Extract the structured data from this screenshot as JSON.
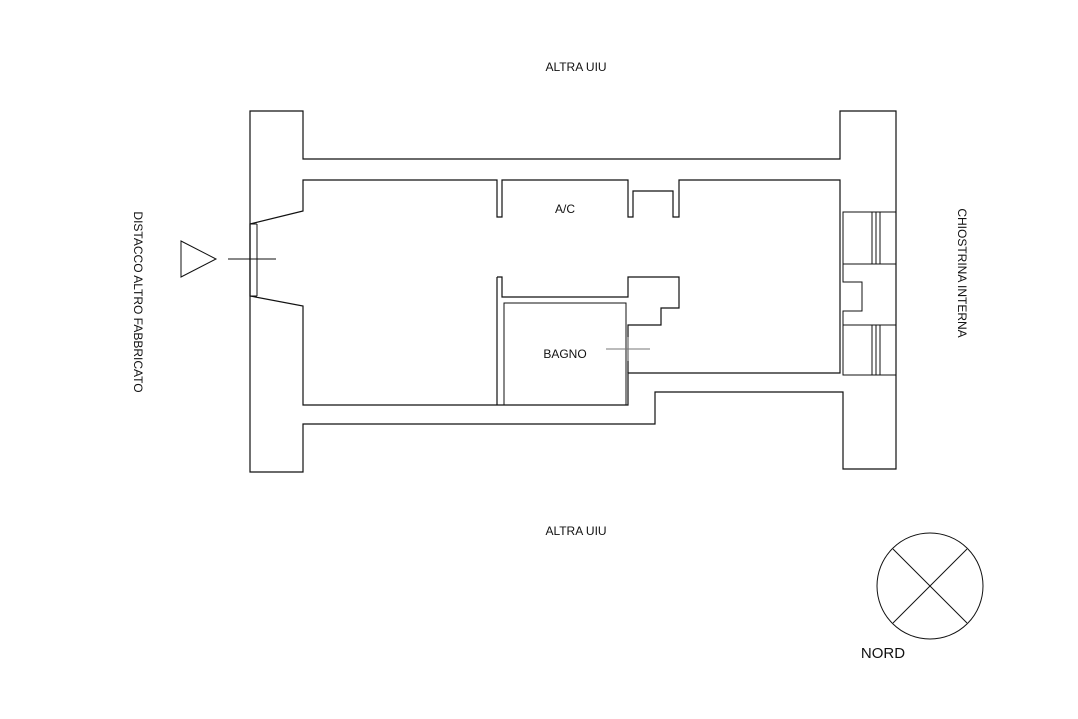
{
  "labels": {
    "top_neighbor": "ALTRA UIU",
    "bottom_neighbor": "ALTRA UIU",
    "left_side": "DISTACCO ALTRO FABBRICATO",
    "right_side": "CHIOSTRINA INTERNA",
    "closet": "A/C",
    "bathroom": "BAGNO",
    "north": "NORD"
  },
  "colors": {
    "line": "#111111",
    "background": "#ffffff"
  }
}
